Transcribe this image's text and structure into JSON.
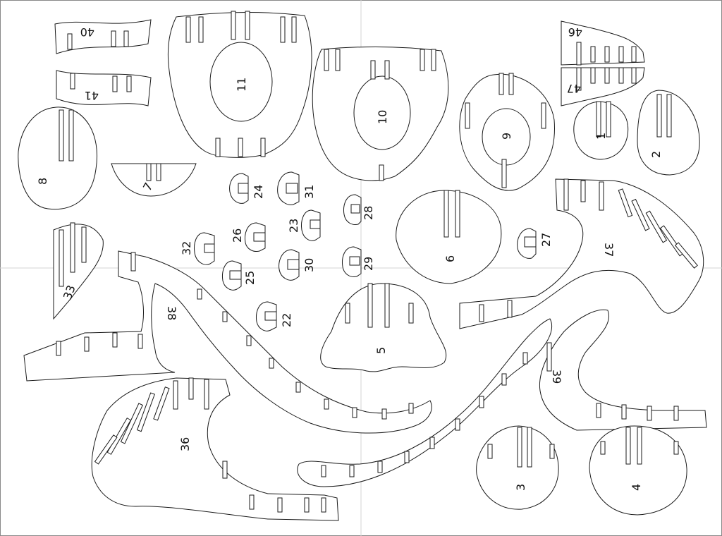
{
  "sheet": {
    "colors": {
      "background": "#ffffff",
      "outline": "#1a1a1a",
      "guide": "#d6d6d6"
    },
    "part_labels": {
      "p1": "1",
      "p2": "2",
      "p3": "3",
      "p4": "4",
      "p5": "5",
      "p6": "6",
      "p7": "7",
      "p8": "8",
      "p9": "9",
      "p10": "10",
      "p11": "11",
      "p22": "22",
      "p23": "23",
      "p24": "24",
      "p25": "25",
      "p26": "26",
      "p27": "27",
      "p28": "28",
      "p29": "29",
      "p30": "30",
      "p31": "31",
      "p32": "32",
      "p33": "33",
      "p36": "36",
      "p37": "37",
      "p38": "38",
      "p39": "39",
      "p40": "40",
      "p41": "41",
      "p46": "46",
      "p47": "47"
    }
  }
}
